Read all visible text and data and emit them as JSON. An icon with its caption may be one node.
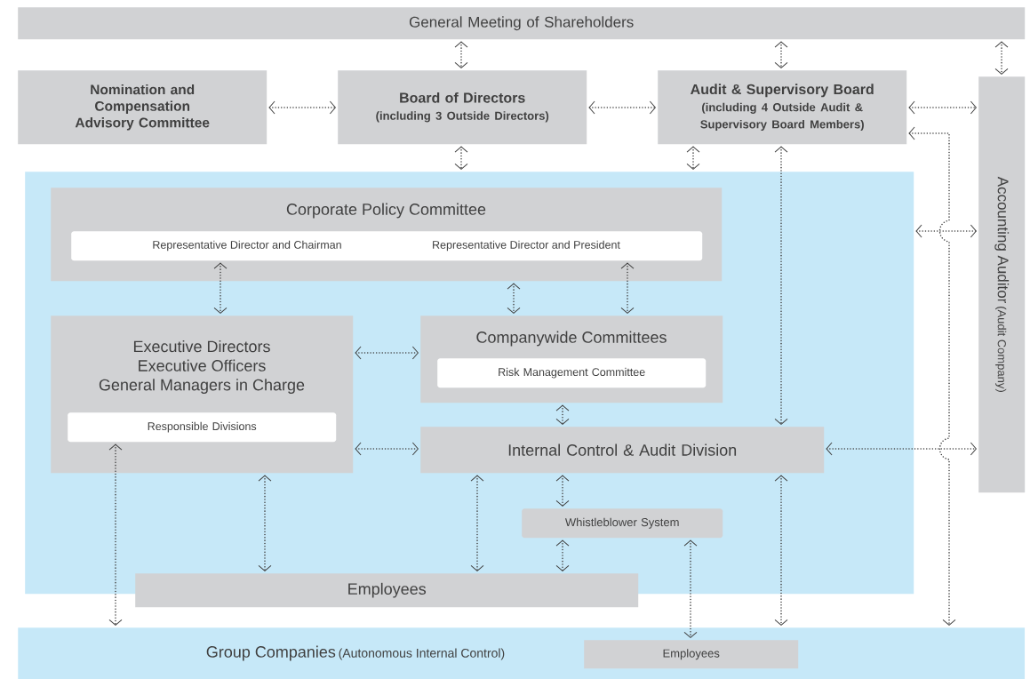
{
  "diagram": {
    "nodes": [
      {
        "text": [
          "General Meeting of Shareholders"
        ]
      },
      {
        "text": [
          "Nomination and Compensation Advisory Committee"
        ]
      },
      {
        "text": [
          "Board of Directors",
          "(including 3 Outside Directors)"
        ]
      },
      {
        "text": [
          "Audit & Supervisory Board",
          "(including 4 Outside Audit & Supervisory Board Members)"
        ]
      },
      {
        "text": [
          "Accounting Auditor",
          "(Audit Company)"
        ]
      },
      {
        "text": [],
        "shape": "box"
      },
      {
        "text": [
          "Corporate Policy Committee"
        ],
        "in": 5
      },
      {
        "text": [
          "Representative Director and Chairman",
          "Representative Director and President"
        ],
        "in": 6
      },
      {
        "text": [
          "Executive Directors",
          "Executive Officers",
          "General Managers in Charge"
        ],
        "in": 5
      },
      {
        "text": [
          "Responsible Divisions"
        ],
        "in": 8
      },
      {
        "text": [
          "Companywide Committees"
        ],
        "in": 5
      },
      {
        "text": [
          "Risk Management Committee"
        ],
        "in": 10
      },
      {
        "text": [
          "Internal Control & Audit Division"
        ],
        "in": 5
      },
      {
        "text": [
          "Whistleblower System"
        ],
        "in": 5
      },
      {
        "text": [
          "Employees"
        ]
      },
      {
        "text": [
          "Group Companies",
          "(Autonomous Internal Control)"
        ]
      },
      {
        "text": [
          "Employees"
        ],
        "in": 15
      }
    ],
    "edges": [
      {
        "from": 0,
        "to": 2,
        "arrow": "both",
        "style": "dashed"
      },
      {
        "from": 0,
        "to": 3,
        "arrow": "both",
        "style": "dashed"
      },
      {
        "from": 0,
        "to": 4,
        "arrow": "both",
        "style": "dashed"
      },
      {
        "from": 1,
        "to": 2,
        "arrow": "both",
        "style": "dashed"
      },
      {
        "from": 2,
        "to": 3,
        "arrow": "both",
        "style": "dashed"
      },
      {
        "from": 3,
        "to": 4,
        "arrow": "both",
        "style": "dashed"
      },
      {
        "from": 2,
        "to": 5,
        "arrow": "both",
        "style": "dashed"
      },
      {
        "from": 3,
        "to": 5,
        "arrow": "both",
        "style": "dashed"
      },
      {
        "from": 3,
        "to": 12,
        "arrow": "both",
        "style": "dashed"
      },
      {
        "from": 3,
        "to": 15,
        "arrow": "both",
        "style": "dashed"
      },
      {
        "from": 5,
        "to": 4,
        "arrow": "both",
        "style": "dashed"
      },
      {
        "from": 12,
        "to": 4,
        "arrow": "both",
        "style": "dashed"
      },
      {
        "from": 7,
        "to": 8,
        "arrow": "both",
        "style": "dashed"
      },
      {
        "from": 6,
        "to": 10,
        "arrow": "both",
        "style": "dashed"
      },
      {
        "from": 7,
        "to": 10,
        "arrow": "both",
        "style": "dashed"
      },
      {
        "from": 8,
        "to": 10,
        "arrow": "both",
        "style": "dashed"
      },
      {
        "from": 8,
        "to": 12,
        "arrow": "both",
        "style": "dashed"
      },
      {
        "from": 10,
        "to": 12,
        "arrow": "both",
        "style": "dashed"
      },
      {
        "from": 12,
        "to": 13,
        "arrow": "both",
        "style": "dashed"
      },
      {
        "from": 13,
        "to": 14,
        "arrow": "both",
        "style": "dashed"
      },
      {
        "from": 12,
        "to": 14,
        "arrow": "both",
        "style": "dashed"
      },
      {
        "from": 8,
        "to": 14,
        "arrow": "both",
        "style": "dashed"
      },
      {
        "from": 9,
        "to": 15,
        "arrow": "both",
        "style": "dashed"
      },
      {
        "from": 13,
        "to": 16,
        "arrow": "both",
        "style": "dashed"
      },
      {
        "from": 12,
        "to": 15,
        "arrow": "both",
        "style": "dashed"
      }
    ]
  }
}
